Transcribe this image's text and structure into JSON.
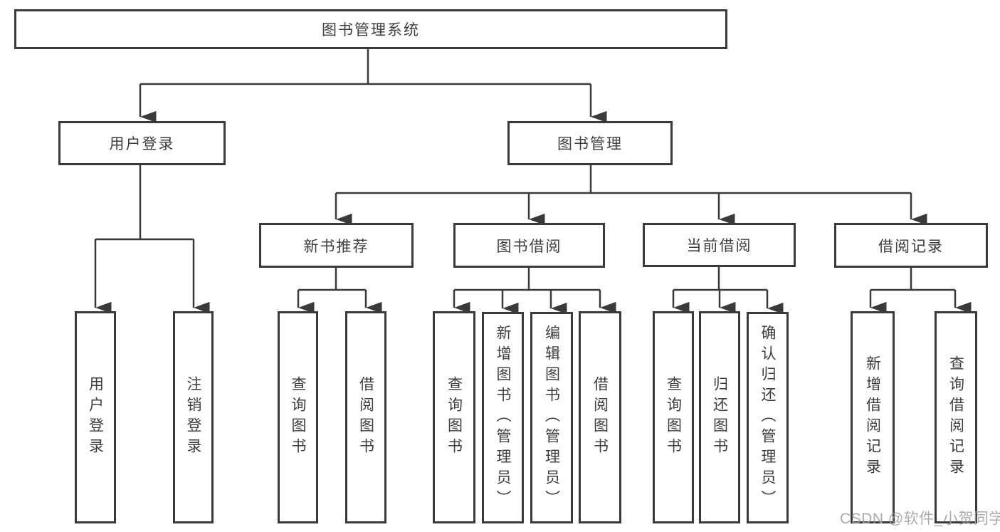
{
  "nodes": {
    "root": "图书管理系统",
    "user_login": "用户登录",
    "book_management": "图书管理",
    "new_book_recommendation": "新书推荐",
    "book_borrowing": "图书借阅",
    "current_borrowing": "当前借阅",
    "borrowing_records": "借阅记录",
    "leaf_user_login": "用户登录",
    "leaf_logout": "注销登录",
    "leaf_query_books_recommend": "查询图书",
    "leaf_borrow_books_recommend": "借阅图书",
    "leaf_query_books_borrowing": "查询图书",
    "leaf_add_books_admin": "新增图书（管理员）",
    "leaf_edit_books_admin": "编辑图书（管理员）",
    "leaf_borrow_books_borrowing": "借阅图书",
    "leaf_query_books_current": "查询图书",
    "leaf_return_books": "归还图书",
    "leaf_confirm_return_admin": "确认归还（管理员）",
    "leaf_add_borrowing_record": "新增借阅记录",
    "leaf_query_borrowing_record": "查询借阅记录"
  },
  "watermark": {
    "text": "CSDN @软件_小贺同学",
    "color": "#9e9e9e"
  },
  "colors": {
    "line": "#3a3a3a",
    "text": "#3d3d3d",
    "background": "#ffffff"
  }
}
